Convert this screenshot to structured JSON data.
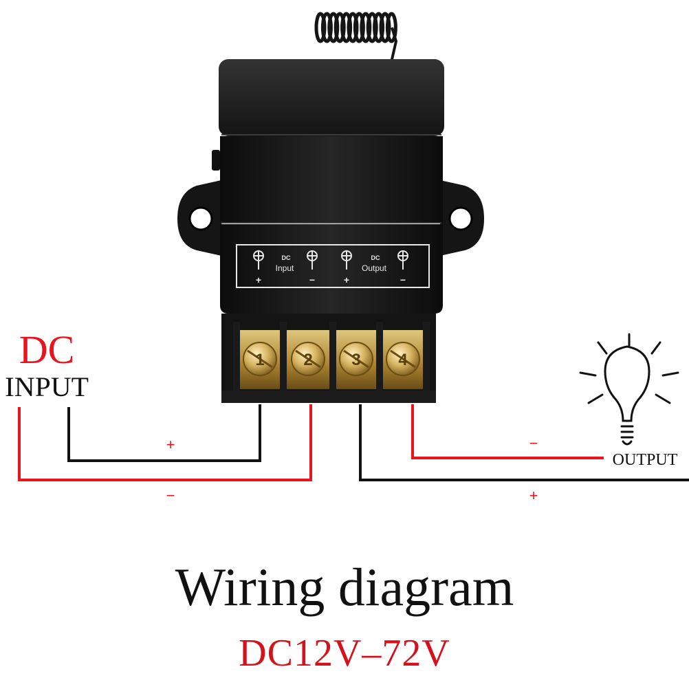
{
  "device": {
    "panel": {
      "dc_input_prefix": "DC",
      "dc_input_label": "Input",
      "dc_output_prefix": "DC",
      "dc_output_label": "Output",
      "plus_sign": "+",
      "minus_sign": "−"
    },
    "terminals": [
      "1",
      "2",
      "3",
      "4"
    ]
  },
  "input_block": {
    "dc_label": "DC",
    "input_label": "INPUT"
  },
  "wires": {
    "input_positive_sign": "+",
    "input_negative_sign": "−",
    "output_negative_sign": "−",
    "output_positive_sign": "+"
  },
  "output_label": "OUTPUT",
  "title": "Wiring diagram",
  "subtitle": "DC12V–72V",
  "colors": {
    "red_wire": "#e8141e",
    "black_wire": "#111111",
    "device_body": "#1c1c1c",
    "terminal_brass": "#c9a24a",
    "subtitle": "#d5121b"
  }
}
